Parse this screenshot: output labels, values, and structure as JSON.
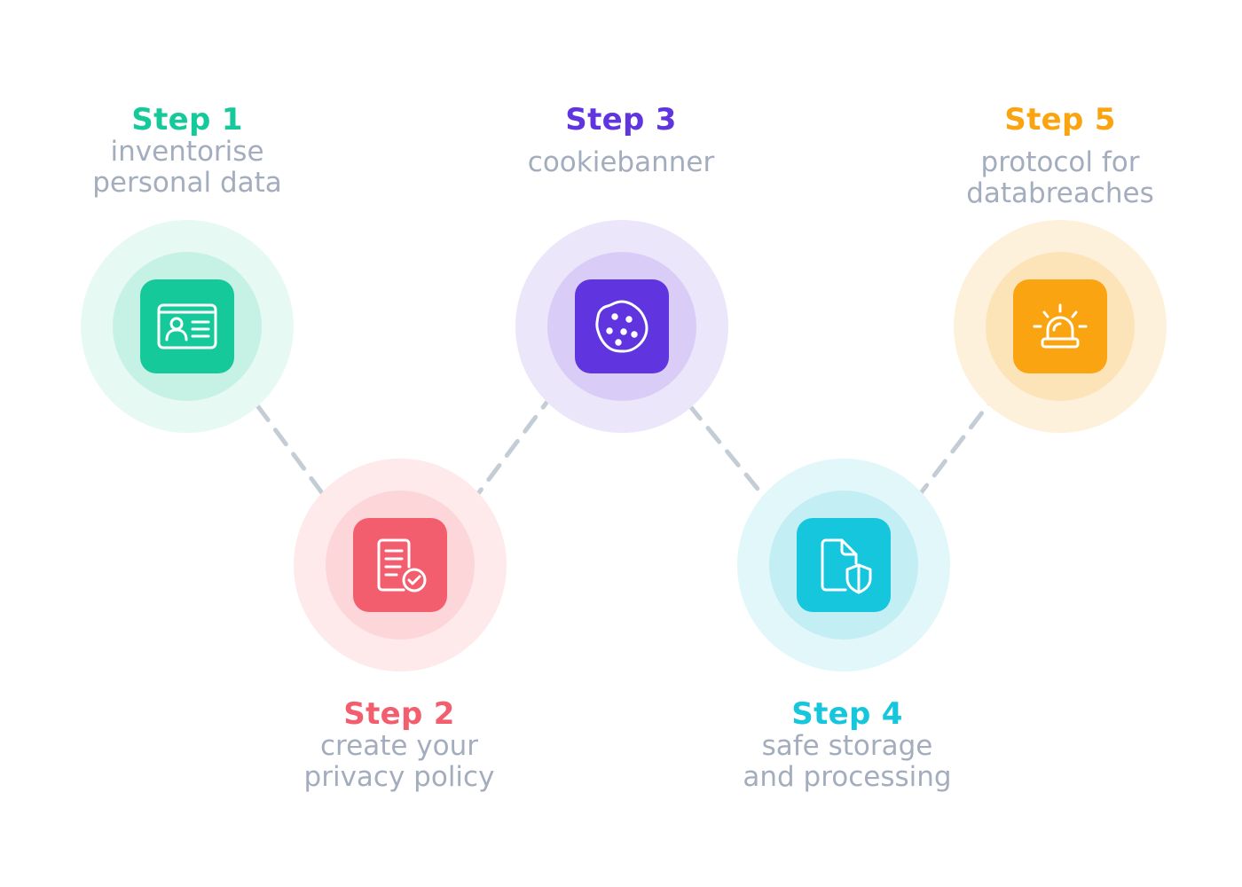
{
  "steps": [
    {
      "title": "Step 1",
      "description_lines": [
        "inventorise",
        "personal data"
      ],
      "icon": "id-card-icon",
      "color": "#16c99b",
      "ring_inner": "#c6f2e6",
      "ring_outer": "#e6f9f3"
    },
    {
      "title": "Step 2",
      "description_lines": [
        "create your",
        "privacy policy"
      ],
      "icon": "document-check-icon",
      "color": "#f25e6e",
      "ring_inner": "#fdd6da",
      "ring_outer": "#fee9eb"
    },
    {
      "title": "Step 3",
      "description_lines": [
        "cookiebanner"
      ],
      "icon": "cookie-icon",
      "color": "#6035e0",
      "ring_inner": "#d9cdf7",
      "ring_outer": "#ece6fb"
    },
    {
      "title": "Step 4",
      "description_lines": [
        "safe storage",
        "and processing"
      ],
      "icon": "file-shield-icon",
      "color": "#15c6dc",
      "ring_inner": "#c3eef4",
      "ring_outer": "#e2f7fa"
    },
    {
      "title": "Step 5",
      "description_lines": [
        "protocol for",
        "databreaches"
      ],
      "icon": "alarm-light-icon",
      "color": "#fba412",
      "ring_inner": "#fde3b8",
      "ring_outer": "#fef1dc"
    }
  ],
  "connector_color": "#c4ccd6"
}
